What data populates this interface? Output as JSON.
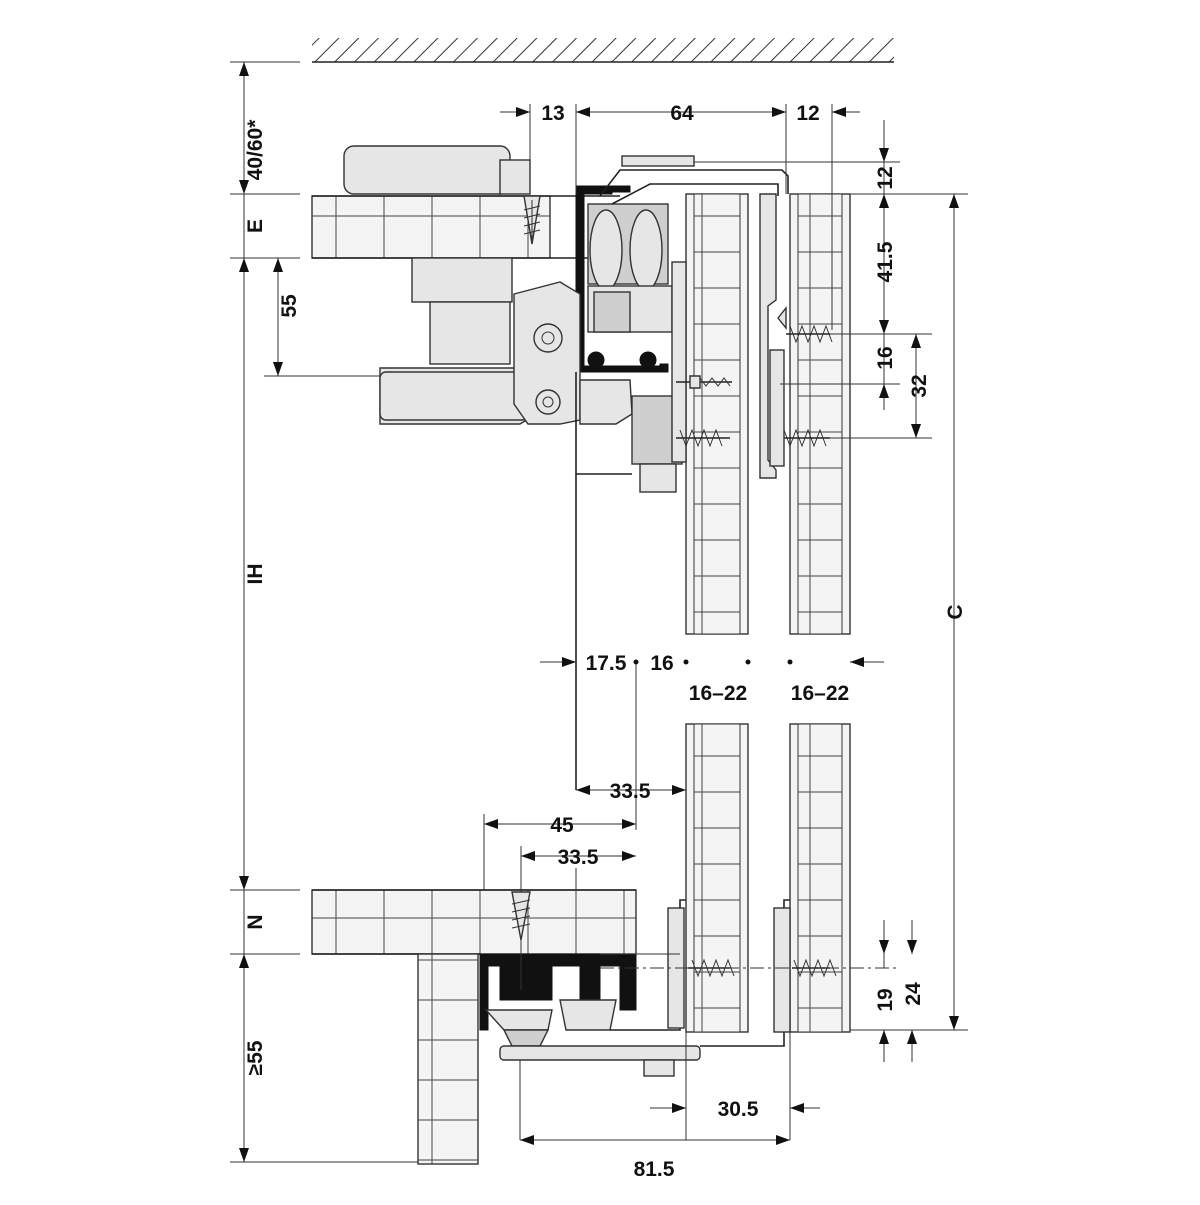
{
  "labels": {
    "ceiling_gap": "40/60*",
    "E": "E",
    "IH": "IH",
    "N": "N",
    "floor_gap": "≥55",
    "C": "C",
    "top_13": "13",
    "top_64": "64",
    "top_12": "12",
    "right_12": "12",
    "right_41_5": "41.5",
    "right_16": "16",
    "right_32": "32",
    "left_55": "55",
    "mid_17_5": "17.5",
    "mid_16": "16",
    "mid_16_22_a": "16–22",
    "mid_16_22_b": "16–22",
    "mid_33_5": "33.5",
    "bottom_45": "45",
    "bottom_33_5": "33.5",
    "right_19": "19",
    "right_24": "24",
    "bottom_30_5": "30.5",
    "bottom_81_5": "81.5"
  }
}
